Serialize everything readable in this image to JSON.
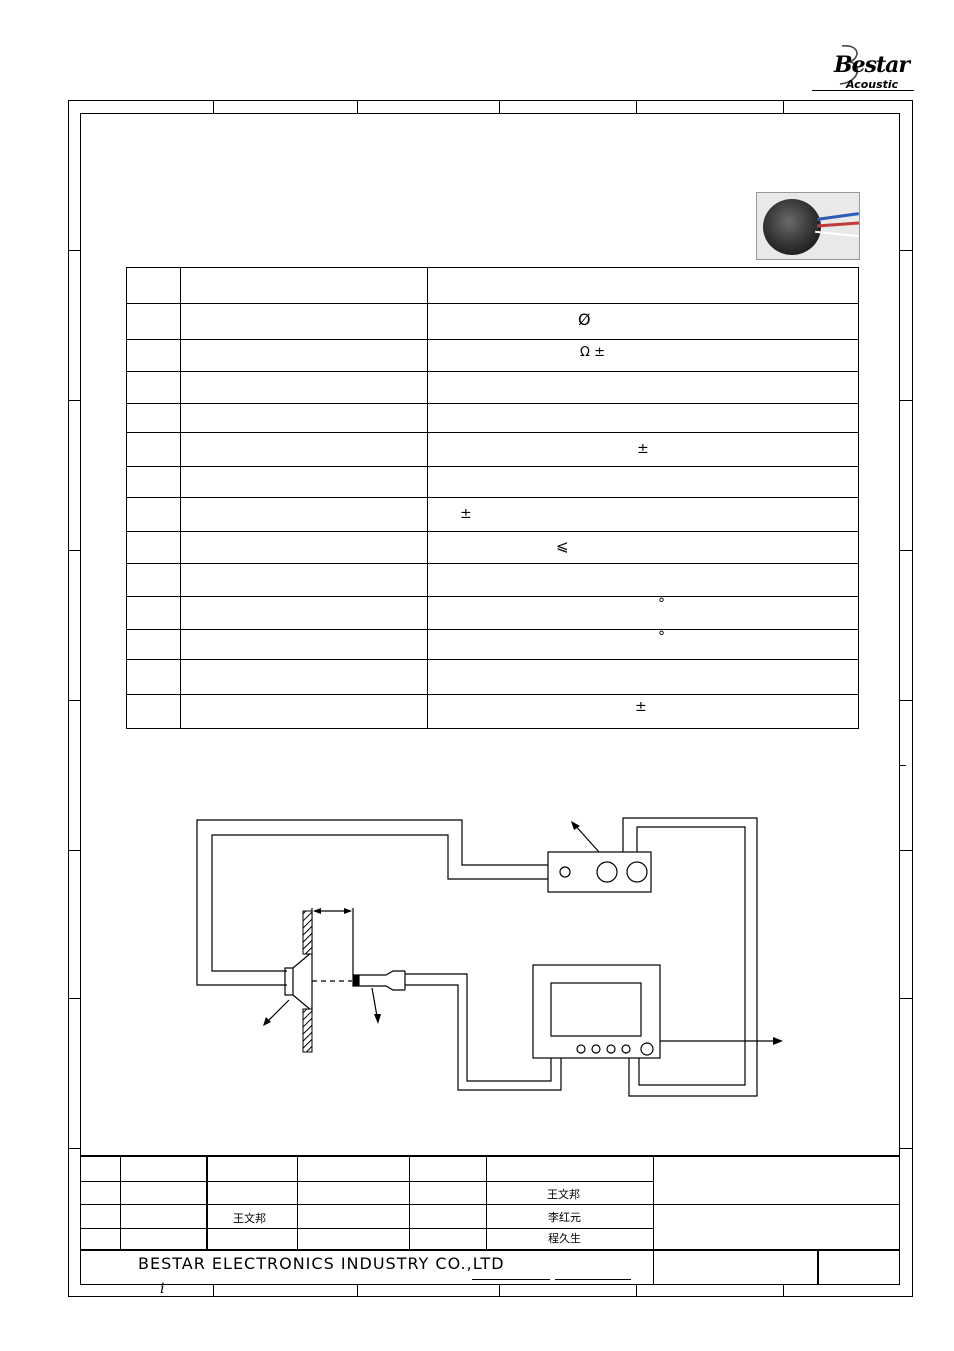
{
  "brand": {
    "logo_text": "Bestar",
    "logo_sub": "Acoustic"
  },
  "product_photo": {
    "icon": "speaker-photo"
  },
  "spec_symbols": {
    "diameter": "Ø",
    "ohm_pm": "Ω ±",
    "pm_a": "±",
    "pm_b": "±",
    "le": "⩽",
    "deg_a": "°",
    "deg_b": "°",
    "pm_c": "±"
  },
  "spec_rows": 14,
  "test_diagram": {
    "icon": "acoustic-test-setup-diagram"
  },
  "title_block": {
    "name_a": "王文邦",
    "name_b": "王文邦",
    "name_c": "李红元",
    "name_d": "程久生",
    "company": "BESTAR ELECTRONICS INDUSTRY CO.,LTD",
    "page_mark": "i"
  }
}
